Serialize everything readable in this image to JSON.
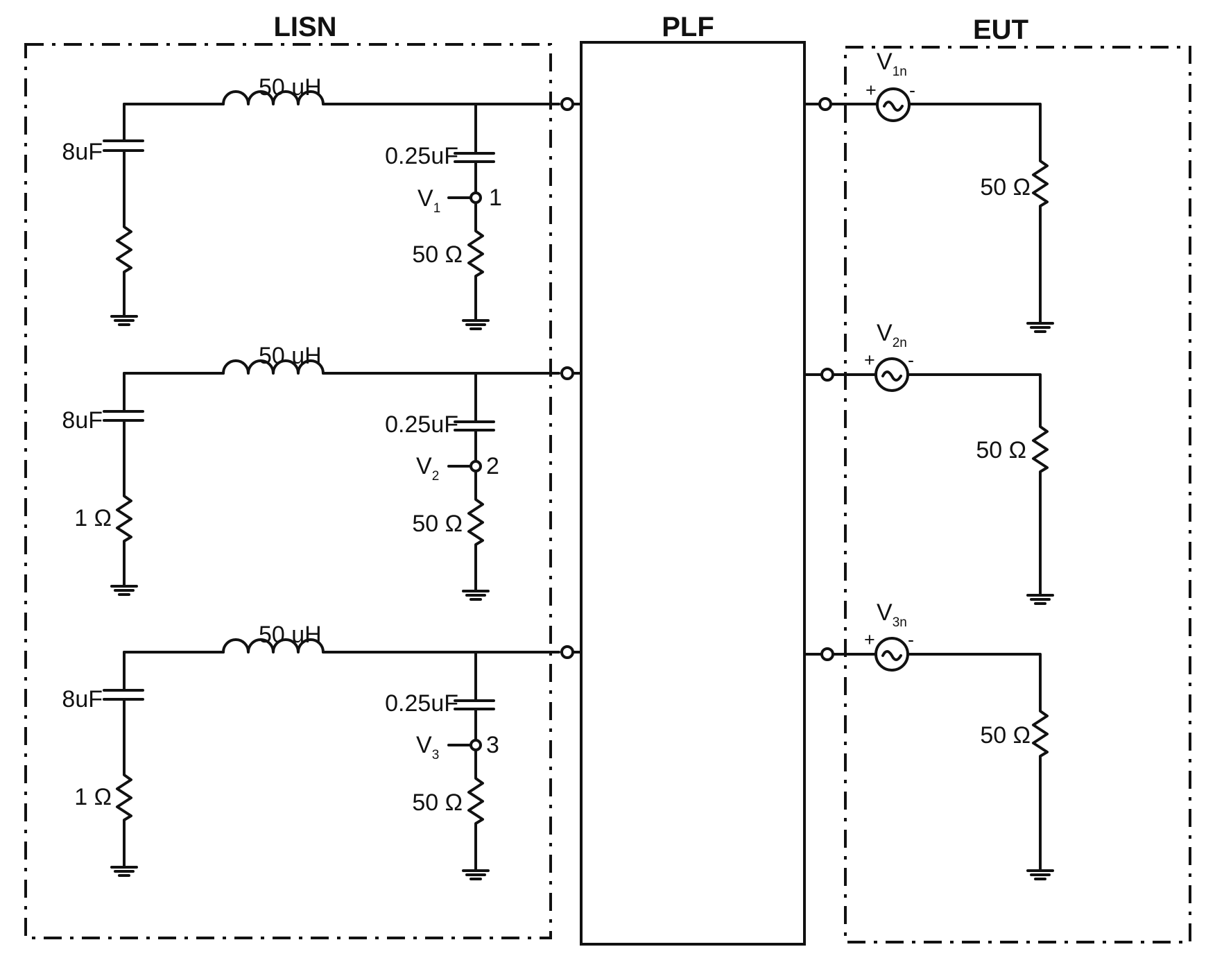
{
  "headers": {
    "lisn": "LISN",
    "plf": "PLF",
    "eut": "EUT"
  },
  "lisn": {
    "branches": [
      {
        "inductor": "50 uH",
        "cap_large": "8uF",
        "r_small": "",
        "cap_small": "0.25uF",
        "v_main": "V",
        "v_sub": "1",
        "node": "1",
        "r_meas": "50 Ω"
      },
      {
        "inductor": "50 uH",
        "cap_large": "8uF",
        "r_small": "1 Ω",
        "cap_small": "0.25uF",
        "v_main": "V",
        "v_sub": "2",
        "node": "2",
        "r_meas": "50 Ω"
      },
      {
        "inductor": "50 uH",
        "cap_large": "8uF",
        "r_small": "1 Ω",
        "cap_small": "0.25uF",
        "v_main": "V",
        "v_sub": "3",
        "node": "3",
        "r_meas": "50 Ω"
      }
    ]
  },
  "eut": {
    "branches": [
      {
        "v_main": "V",
        "v_sub": "1n",
        "plus": "+",
        "minus": "-",
        "r_load": "50 Ω"
      },
      {
        "v_main": "V",
        "v_sub": "2n",
        "plus": "+",
        "minus": "-",
        "r_load": "50 Ω"
      },
      {
        "v_main": "V",
        "v_sub": "3n",
        "plus": "+",
        "minus": "-",
        "r_load": "50 Ω"
      }
    ]
  }
}
